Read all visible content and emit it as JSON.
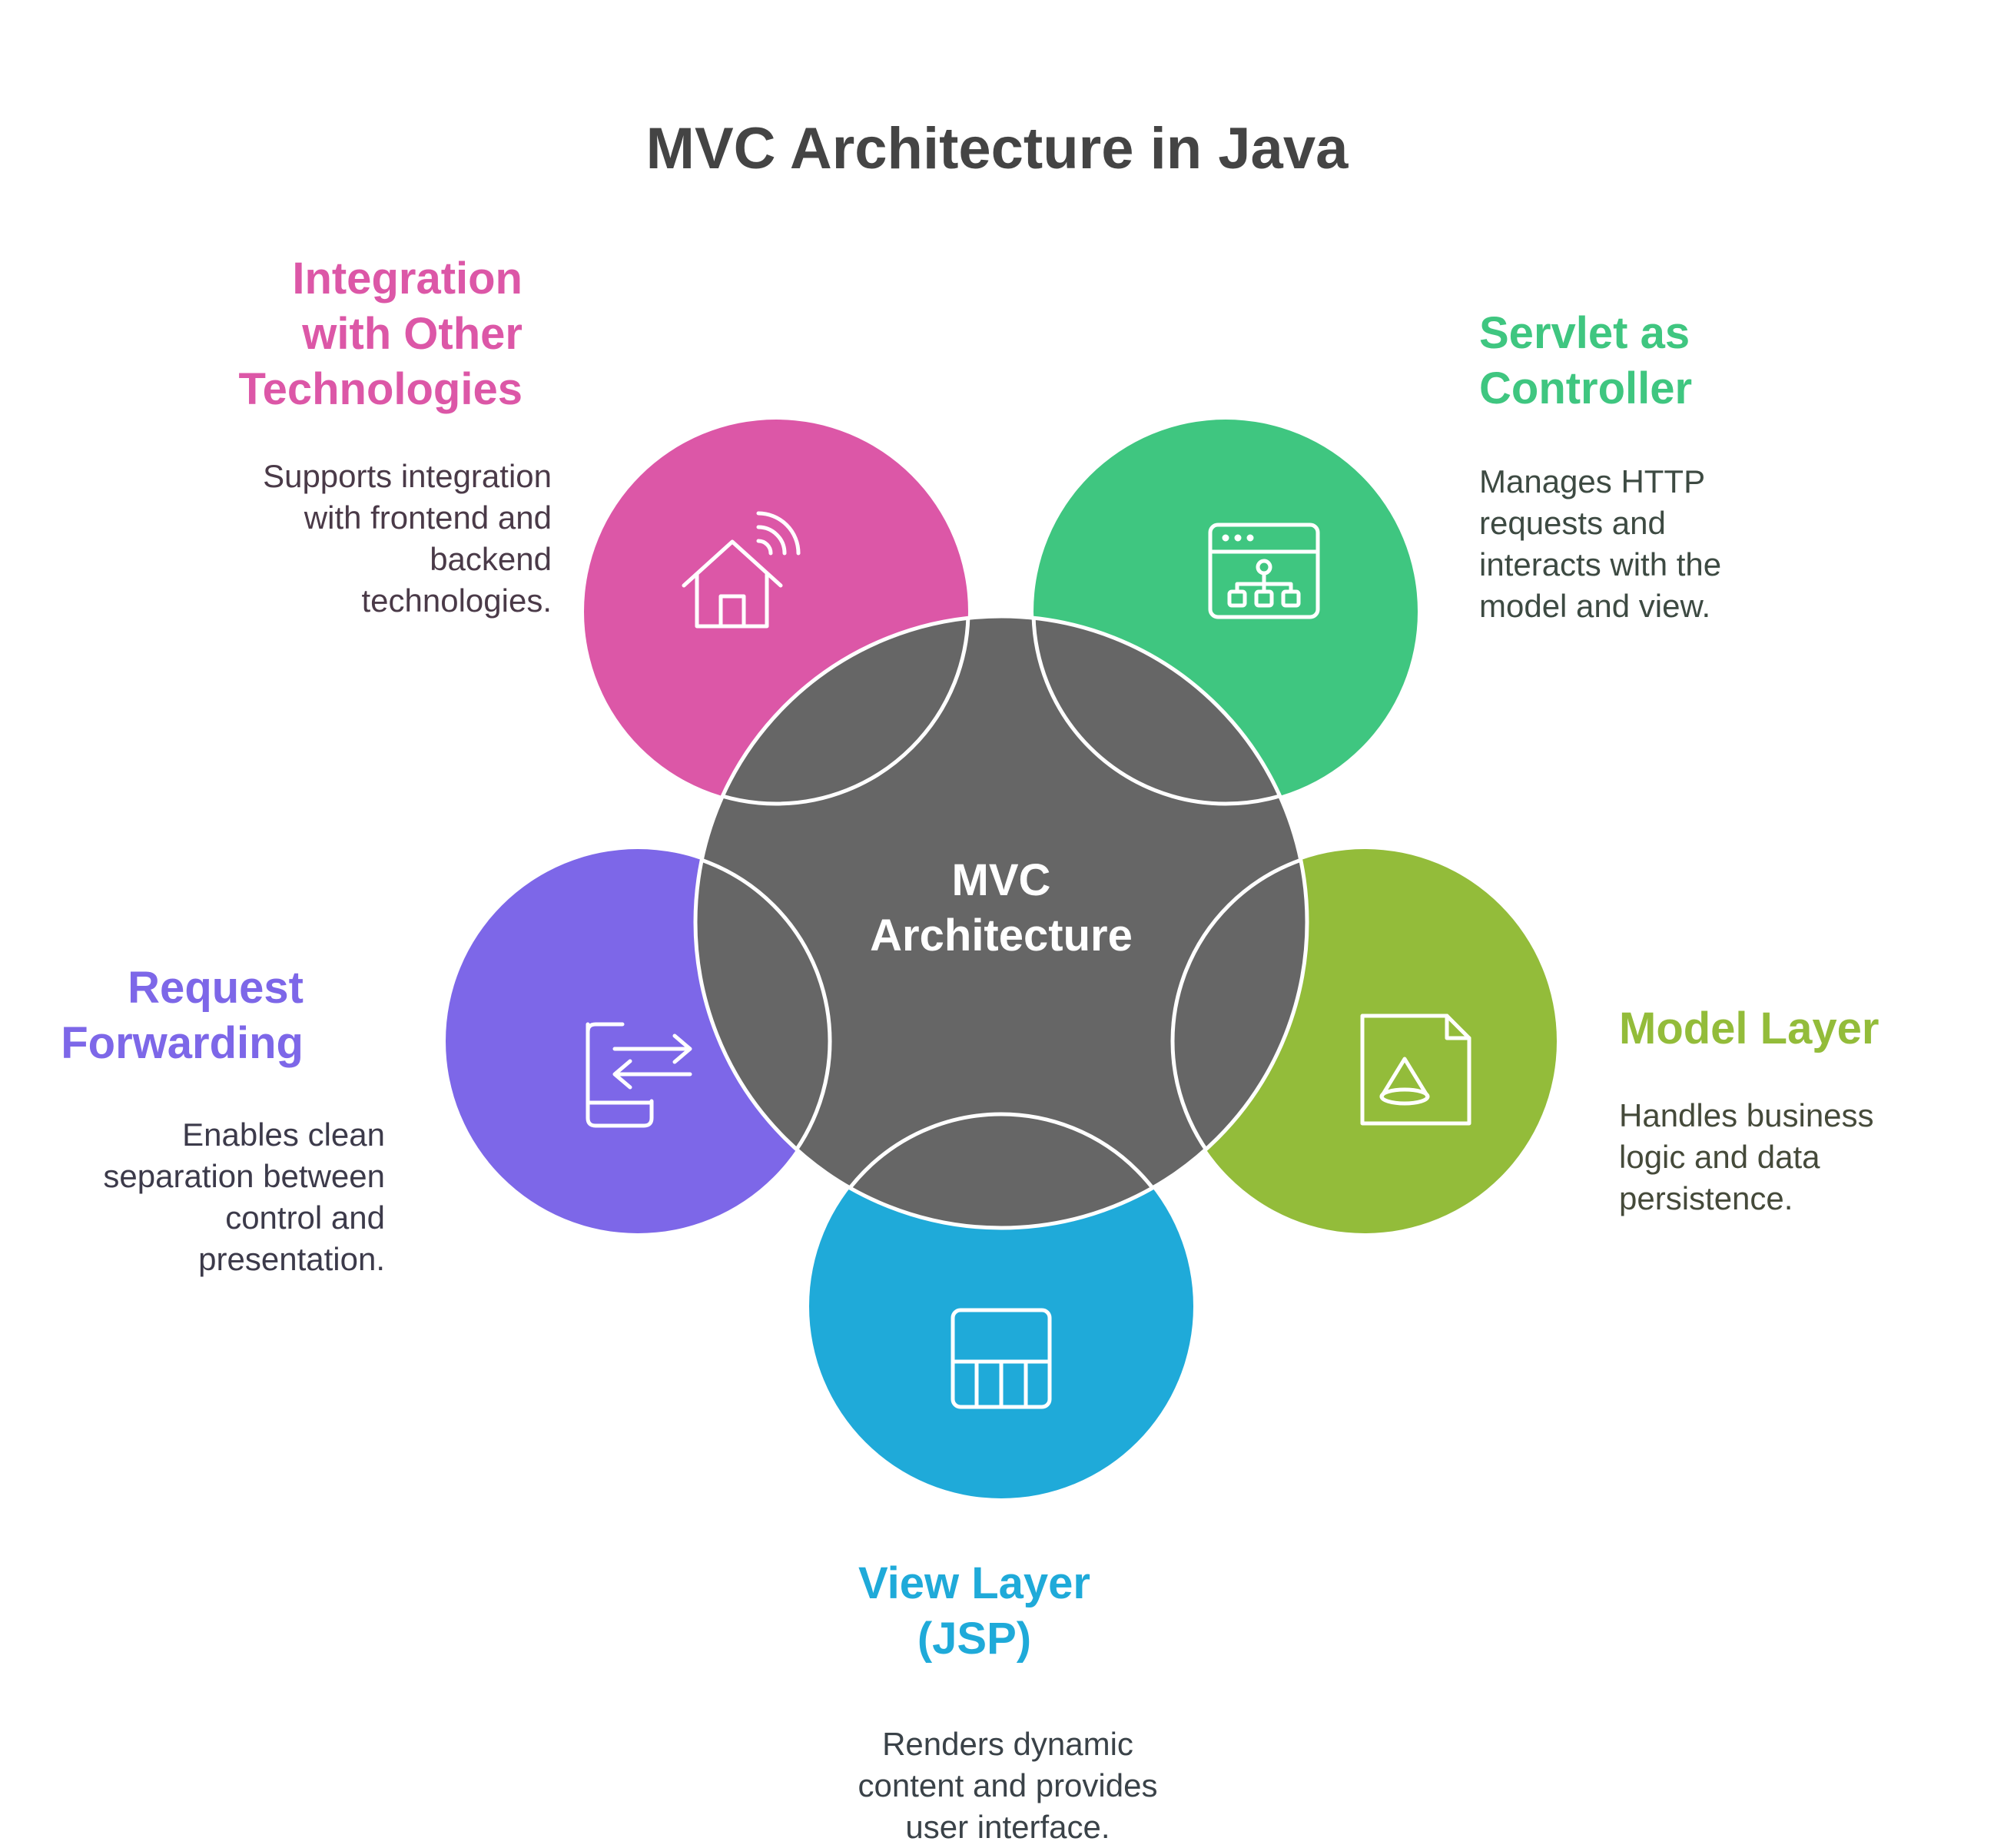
{
  "title": "MVC Architecture in Java",
  "center": {
    "line1": "MVC",
    "line2": "Architecture",
    "color": "#666666"
  },
  "nodes": [
    {
      "id": "integration",
      "title_lines": [
        "Integration",
        "with Other",
        "Technologies"
      ],
      "desc_lines": [
        "Supports integration",
        "with frontend and",
        "backend",
        "technologies."
      ],
      "color": "#DC57A7",
      "text_color": "#4a3a48",
      "icon": "smart-home-icon"
    },
    {
      "id": "servlet",
      "title_lines": [
        "Servlet as",
        "Controller"
      ],
      "desc_lines": [
        "Manages HTTP",
        "requests and",
        "interacts with the",
        "model and view."
      ],
      "color": "#3FC680",
      "text_color": "#3d4a42",
      "icon": "sitemap-window-icon"
    },
    {
      "id": "model",
      "title_lines": [
        "Model Layer"
      ],
      "desc_lines": [
        "Handles business",
        "logic and data",
        "persistence."
      ],
      "color": "#93BC3A",
      "text_color": "#454a3a",
      "icon": "file-cone-icon"
    },
    {
      "id": "view",
      "title_lines": [
        "View Layer",
        "(JSP)"
      ],
      "desc_lines": [
        "Renders dynamic",
        "content and provides",
        "user interface."
      ],
      "color": "#1FAAD9",
      "text_color": "#3a4248",
      "icon": "layout-table-icon"
    },
    {
      "id": "request",
      "title_lines": [
        "Request",
        "Forwarding"
      ],
      "desc_lines": [
        "Enables clean",
        "separation between",
        "control and",
        "presentation."
      ],
      "color": "#7D67E8",
      "text_color": "#3c3a4a",
      "icon": "device-transfer-icon"
    }
  ]
}
